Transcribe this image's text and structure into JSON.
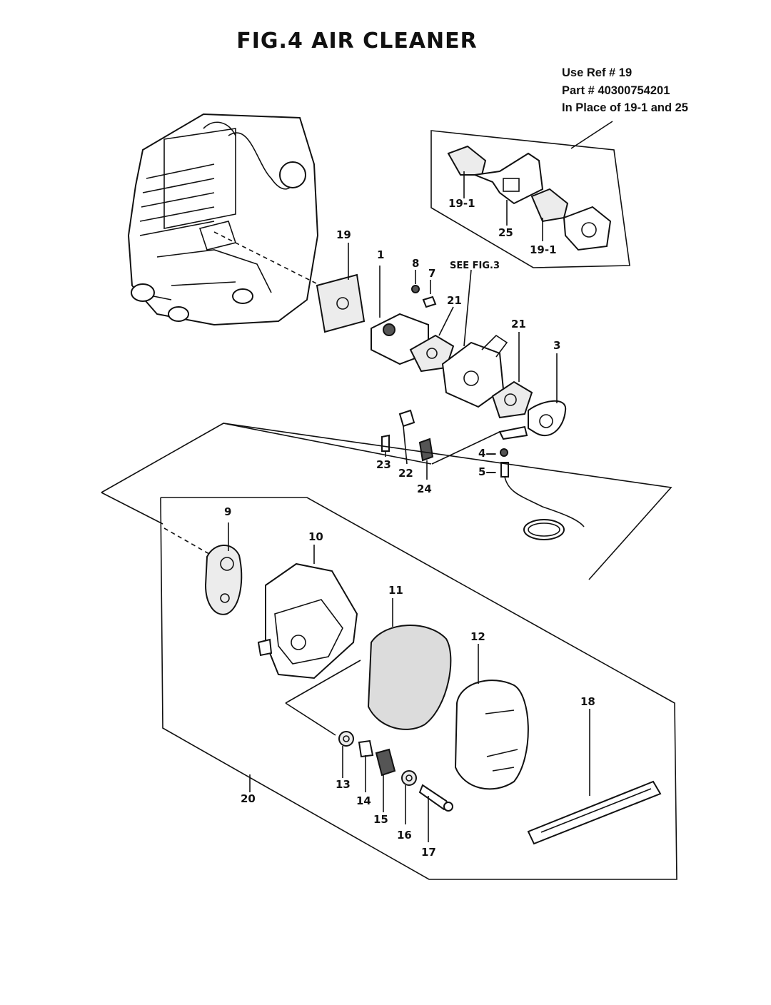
{
  "title": "FIG.4   AIR CLEANER",
  "note": {
    "line1": "Use Ref # 19",
    "line2": "Part # 40300754201",
    "line3": "In Place of 19-1 and 25"
  },
  "callouts": {
    "c1": "1",
    "c3": "3",
    "c4": "4",
    "c5": "5",
    "c7": "7",
    "c8": "8",
    "c9": "9",
    "c10": "10",
    "c11": "11",
    "c12": "12",
    "c13": "13",
    "c14": "14",
    "c15": "15",
    "c16": "16",
    "c17": "17",
    "c18": "18",
    "c19": "19",
    "c20": "20",
    "c21a": "21",
    "c21b": "21",
    "c22": "22",
    "c23": "23",
    "c24": "24",
    "c19_1a": "19-1",
    "c19_1b": "19-1",
    "c25": "25",
    "see_fig": "SEE FIG.3",
    "dash4": "4—",
    "dash5": "5—"
  }
}
